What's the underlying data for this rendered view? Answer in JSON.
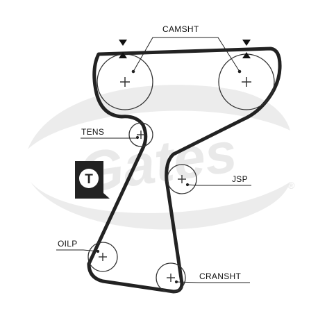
{
  "watermark": {
    "brand": "Gates",
    "registered": "®",
    "color": "#e9e9e9"
  },
  "tensioner_badge": {
    "letter": "T",
    "icon": "tensioner-badge-icon",
    "color": "#222222"
  },
  "labels": {
    "camshaft": "CAMSHT",
    "tensioner": "TENS",
    "jackshaft": "JSP",
    "oil_pump": "OILP",
    "crankshaft": "CRANSHT"
  },
  "timing_marks": {
    "icon": "timing-mark-triangle-icon",
    "count": 2
  },
  "colors": {
    "belt": "#222222",
    "pulley": "#333333",
    "text": "#111111"
  }
}
